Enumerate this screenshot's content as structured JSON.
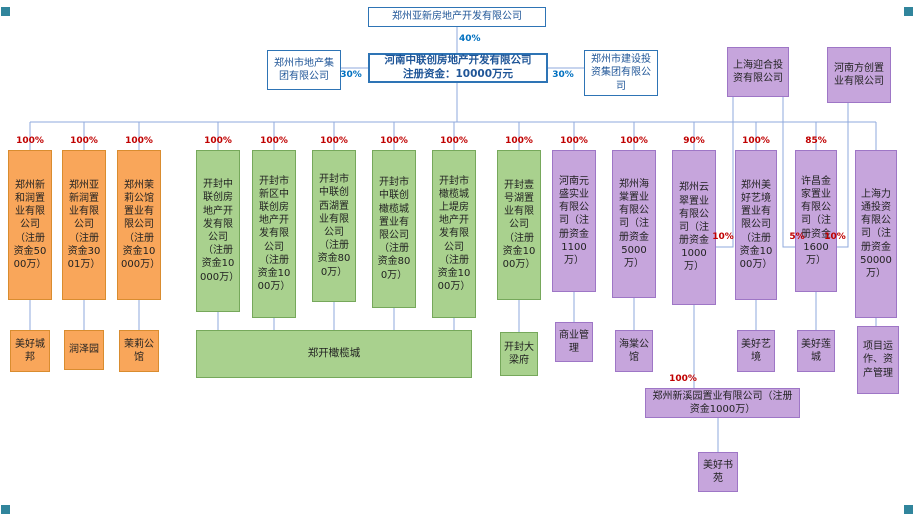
{
  "root": {
    "label": "郑州亚新房地产开发有限公司",
    "pct_to_main": "40%"
  },
  "main": {
    "line1": "河南中联创房地产开发有限公司",
    "line2": "注册资金：10000万元"
  },
  "shareholders": [
    {
      "label": "郑州市地产集团有限公司",
      "pct": "30%"
    },
    {
      "label": "郑州市建设投资集团有限公司",
      "pct": "30%"
    }
  ],
  "investors": [
    {
      "label": "上海迎合投资有限公司"
    },
    {
      "label": "河南方创置业有限公司"
    }
  ],
  "minority_stakes": [
    {
      "pct": "10%"
    },
    {
      "pct": "5%"
    },
    {
      "pct": "10%"
    }
  ],
  "subsidiaries": [
    {
      "pct": "100%",
      "label": "郑州新和润置业有限公司（注册资金5000万）",
      "group": "orange"
    },
    {
      "pct": "100%",
      "label": "郑州亚新润置业有限公司（注册资金3001万）",
      "group": "orange"
    },
    {
      "pct": "100%",
      "label": "郑州茉莉公馆置业有限公司（注册资金10000万）",
      "group": "orange"
    },
    {
      "pct": "100%",
      "label": "开封中联创房地产开发有限公司（注册资金10000万）",
      "group": "green"
    },
    {
      "pct": "100%",
      "label": "开封市新区中联创房地产开发有限公司（注册资金1000万）",
      "group": "green"
    },
    {
      "pct": "100%",
      "label": "开封市中联创西湖置业有限公司（注册资金800万）",
      "group": "green"
    },
    {
      "pct": "100%",
      "label": "开封市中联创橄榄城置业有限公司（注册资金800万）",
      "group": "green"
    },
    {
      "pct": "100%",
      "label": "开封市橄榄城上堤房地产开发有限公司（注册资金1000万）",
      "group": "green"
    },
    {
      "pct": "100%",
      "label": "开封壹号湖置业有限公司（注册资金1000万）",
      "group": "green"
    },
    {
      "pct": "100%",
      "label": "河南元盛实业有限公司（注册资金1100万）",
      "group": "purple"
    },
    {
      "pct": "100%",
      "label": "郑州海棠置业有限公司（注册资金5000万）",
      "group": "purple"
    },
    {
      "pct": "90%",
      "label": "郑州云翠置业有限公司（注册资金1000万）",
      "group": "purple"
    },
    {
      "pct": "100%",
      "label": "郑州美好艺境置业有限公司（注册资金1000万）",
      "group": "purple"
    },
    {
      "pct": "85%",
      "label": "许昌金家置业有限公司（注册资金1600万）",
      "group": "purple"
    },
    {
      "pct": "",
      "label": "上海力通投资有限公司（注册资金50000万）",
      "group": "purple"
    }
  ],
  "projects": [
    {
      "label": "美好城邦",
      "group": "orange"
    },
    {
      "label": "润泽园",
      "group": "orange"
    },
    {
      "label": "茉莉公馆",
      "group": "orange"
    },
    {
      "label": "郑开橄榄城",
      "group": "green"
    },
    {
      "label": "开封大梁府",
      "group": "green"
    },
    {
      "label": "商业管理",
      "group": "purple"
    },
    {
      "label": "海棠公馆",
      "group": "purple"
    },
    {
      "label": "美好艺境",
      "group": "purple"
    },
    {
      "label": "美好莲城",
      "group": "purple"
    },
    {
      "label": "项目运作、资产管理",
      "group": "purple"
    }
  ],
  "sub_subsidiary": {
    "pct": "100%",
    "label": "郑州新溪园置业有限公司（注册资金1000万）",
    "project": "美好书苑"
  },
  "colors": {
    "orange-fill": "#F9A65A",
    "orange-border": "#D98C2F",
    "green-fill": "#A9D18E",
    "green-border": "#76A85B",
    "purple-fill": "#C6A5DC",
    "purple-border": "#9E76C6",
    "blue-border": "#2E74B5",
    "blue-text": "#1F5597",
    "line": "#8FAADC",
    "pct-red": "#C00000",
    "pct-blue": "#0070C0",
    "teal": "#31859C"
  }
}
